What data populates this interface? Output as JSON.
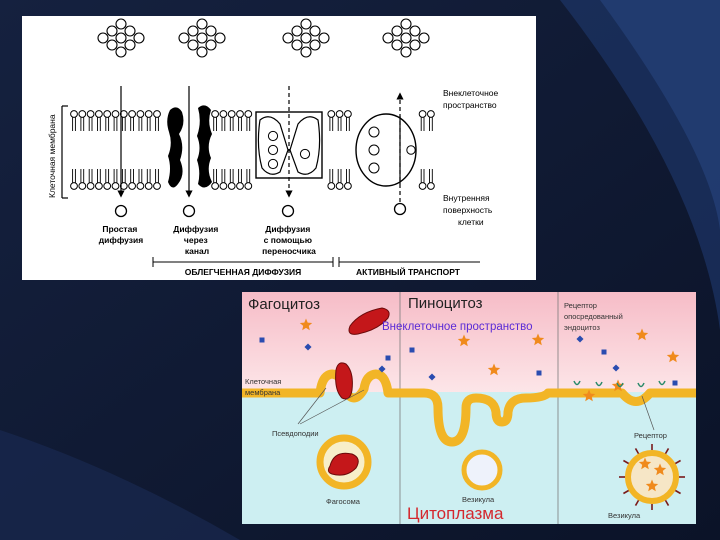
{
  "top_figure": {
    "axis_label": "Клеточная мембрана",
    "extracellular_label": [
      "Внеклеточное",
      "пространство"
    ],
    "inner_surface_label": [
      "Внутренняя",
      "поверхность",
      "клетки"
    ],
    "simple_diffusion": [
      "Простая",
      "диффузия"
    ],
    "channel_diffusion": [
      "Диффузия",
      "через",
      "канал"
    ],
    "carrier_diffusion": [
      "Диффузия",
      "с помощью",
      "переносчика"
    ],
    "facilitated_diffusion": "ОБЛЕГЧЕННАЯ ДИФФУЗИЯ",
    "active_transport": "АКТИВНЫЙ ТРАНСПОРТ"
  },
  "bottom_figure": {
    "phagocytosis_title": "Фагоцитоз",
    "pinocytosis_title": "Пиноцитоз",
    "extracellular_space": "Внеклеточное пространство",
    "receptor_endocytosis": [
      "Рецептор",
      "опосредованный",
      "эндоцитоз"
    ],
    "cell_membrane": [
      "Клеточная",
      "мембрана"
    ],
    "pseudopodia": "Псевдоподии",
    "receptor": "Рецептор",
    "phagosome": "Фагосома",
    "vesicle_pino": "Везикула",
    "vesicle_receptor": "Везикула",
    "cytoplasm": "Цитоплазма",
    "colors": {
      "extracellular_top": "#f8c6cf",
      "cytoplasm": "#cdeff2",
      "membrane": "#f2b526",
      "membrane_outline": "#8a5a0e",
      "bacterium": "#c4171a",
      "title_purple": "#5a2ad6",
      "cytoplasm_label": "#d4282e",
      "star": "#f08a1c",
      "molecule": "#2a4cb0"
    }
  }
}
